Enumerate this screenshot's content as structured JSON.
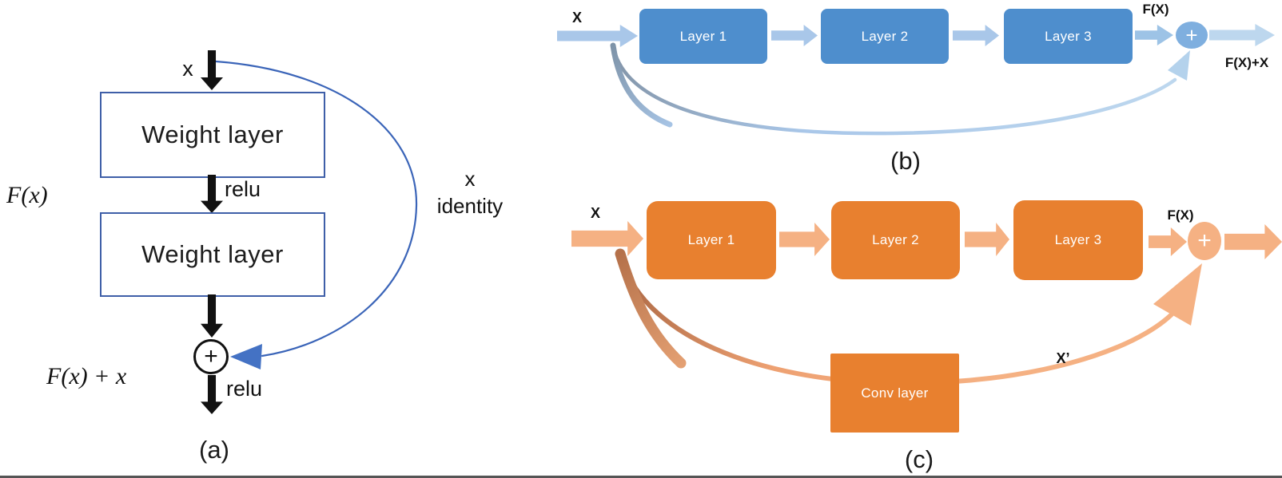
{
  "colors": {
    "box-blue": "#4e8ecd",
    "arrow-blue": "#a9c7e9",
    "arrow-blue-dark": "#9dc3e6",
    "arrow-blue-light": "#bdd7ee",
    "plus-blue": "#7fafdf",
    "box-orange": "#e8802f",
    "arrow-orange": "#f5b183",
    "skip-orange-dark": "#b5714a",
    "arc-blue": "#3a64b8",
    "archead-blue": "#4472c4",
    "box-border-blue": "#3f5fa8"
  },
  "panel_a": {
    "input_label": "x",
    "weight_layer_1": "Weight layer",
    "relu_1": "relu",
    "weight_layer_2": "Weight layer",
    "plus": "+",
    "relu_2": "relu",
    "fx_label": "F(x)",
    "output_label": "F(x) + x",
    "skip_label_x": "x",
    "skip_label_identity": "identity",
    "caption": "(a)"
  },
  "panel_b": {
    "input_label": "X",
    "layers": [
      "Layer 1",
      "Layer 2",
      "Layer 3"
    ],
    "fx_label": "F(X)",
    "plus": "+",
    "output_label": "F(X)+X",
    "caption": "(b)"
  },
  "panel_c": {
    "input_label": "X",
    "layers": [
      "Layer 1",
      "Layer 2",
      "Layer 3"
    ],
    "fx_label": "F(X)",
    "plus": "+",
    "conv_label": "Conv layer",
    "skip_label": "X’",
    "caption": "(c)"
  }
}
